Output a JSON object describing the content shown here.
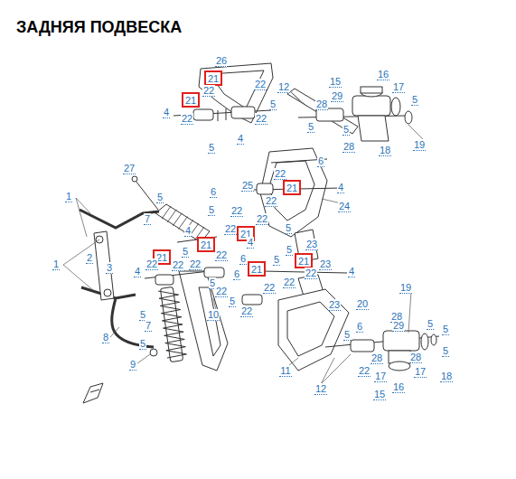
{
  "diagram": {
    "title": "ЗАДНЯЯ ПОДВЕСКА",
    "nodes": [
      {
        "text": [
          "21"
        ]
      },
      {
        "text": [
          "21"
        ]
      },
      {
        "text": [
          "21"
        ]
      },
      {
        "text": [
          "21"
        ]
      },
      {
        "text": [
          "21"
        ]
      },
      {
        "text": [
          "21"
        ]
      },
      {
        "text": [
          "21"
        ]
      },
      {
        "text": [
          "21"
        ]
      }
    ],
    "labels": [
      "26",
      "22",
      "22",
      "4",
      "22",
      "22",
      "5",
      "4",
      "5",
      "12",
      "15",
      "16",
      "29",
      "17",
      "5",
      "28",
      "5",
      "5",
      "28",
      "18",
      "19",
      "6",
      "27",
      "22",
      "25",
      "22",
      "4",
      "5",
      "6",
      "5",
      "22",
      "22",
      "24",
      "7",
      "1",
      "22",
      "5",
      "4",
      "5",
      "4",
      "23",
      "5",
      "22",
      "6",
      "5",
      "22",
      "23",
      "4",
      "2",
      "3",
      "1",
      "4",
      "22",
      "22",
      "5",
      "6",
      "22",
      "22",
      "22",
      "5",
      "22",
      "23",
      "20",
      "19",
      "5",
      "7",
      "10",
      "22",
      "6",
      "5",
      "28",
      "5",
      "8",
      "5",
      "29",
      "5",
      "5",
      "9",
      "11",
      "12",
      "28",
      "22",
      "28",
      "17",
      "17",
      "18",
      "15",
      "16"
    ]
  }
}
